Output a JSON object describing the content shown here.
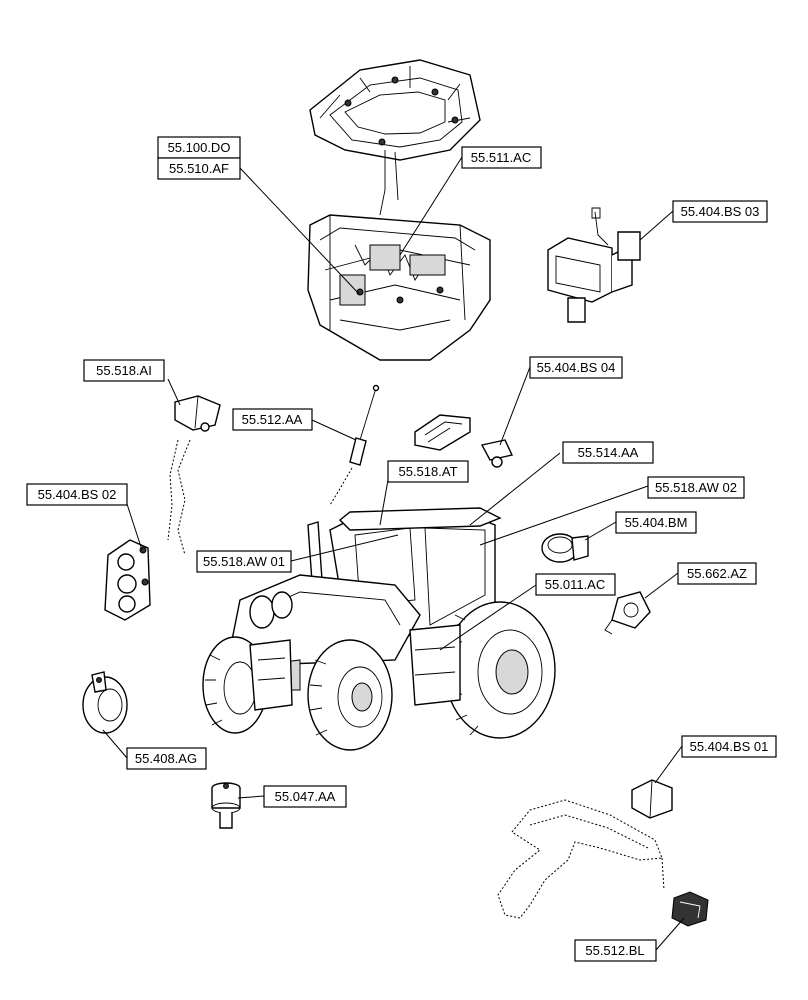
{
  "callouts": [
    {
      "id": "c-100-do",
      "text": "55.100.DO"
    },
    {
      "id": "c-510-af",
      "text": "55.510.AF"
    },
    {
      "id": "c-511-ac",
      "text": "55.511.AC"
    },
    {
      "id": "c-404-bs03",
      "text": "55.404.BS 03"
    },
    {
      "id": "c-518-ai",
      "text": "55.518.AI"
    },
    {
      "id": "c-404-bs04",
      "text": "55.404.BS 04"
    },
    {
      "id": "c-512-aa",
      "text": "55.512.AA"
    },
    {
      "id": "c-514-aa",
      "text": "55.514.AA"
    },
    {
      "id": "c-518-at",
      "text": "55.518.AT"
    },
    {
      "id": "c-518-aw02",
      "text": "55.518.AW 02"
    },
    {
      "id": "c-404-bs02",
      "text": "55.404.BS 02"
    },
    {
      "id": "c-404-bm",
      "text": "55.404.BM"
    },
    {
      "id": "c-518-aw01",
      "text": "55.518.AW 01"
    },
    {
      "id": "c-662-az",
      "text": "55.662.AZ"
    },
    {
      "id": "c-011-ac",
      "text": "55.011.AC"
    },
    {
      "id": "c-404-bs01",
      "text": "55.404.BS 01"
    },
    {
      "id": "c-408-ag",
      "text": "55.408.AG"
    },
    {
      "id": "c-047-aa",
      "text": "55.047.AA"
    },
    {
      "id": "c-512-bl",
      "text": "55.512.BL"
    }
  ],
  "parts": [
    {
      "id": "cab-roof-harness",
      "icon": "cab-roof-harness-icon"
    },
    {
      "id": "cab-main-harness",
      "icon": "wiring-harness-icon"
    },
    {
      "id": "work-light",
      "icon": "work-light-icon"
    },
    {
      "id": "sensor-module",
      "icon": "sensor-module-icon"
    },
    {
      "id": "courtesy-light",
      "icon": "courtesy-light-icon"
    },
    {
      "id": "antenna",
      "icon": "antenna-icon"
    },
    {
      "id": "tail-light",
      "icon": "tail-light-icon"
    },
    {
      "id": "rotary-switch",
      "icon": "rotary-switch-icon"
    },
    {
      "id": "tractor",
      "icon": "tractor-icon"
    },
    {
      "id": "rotary-sensor",
      "icon": "rotary-sensor-icon"
    },
    {
      "id": "horn",
      "icon": "horn-icon"
    },
    {
      "id": "sender-unit",
      "icon": "sender-unit-icon"
    },
    {
      "id": "fender-light",
      "icon": "fender-light-icon"
    },
    {
      "id": "fender",
      "icon": "fender-icon"
    },
    {
      "id": "connector-switch",
      "icon": "connector-switch-icon"
    }
  ]
}
